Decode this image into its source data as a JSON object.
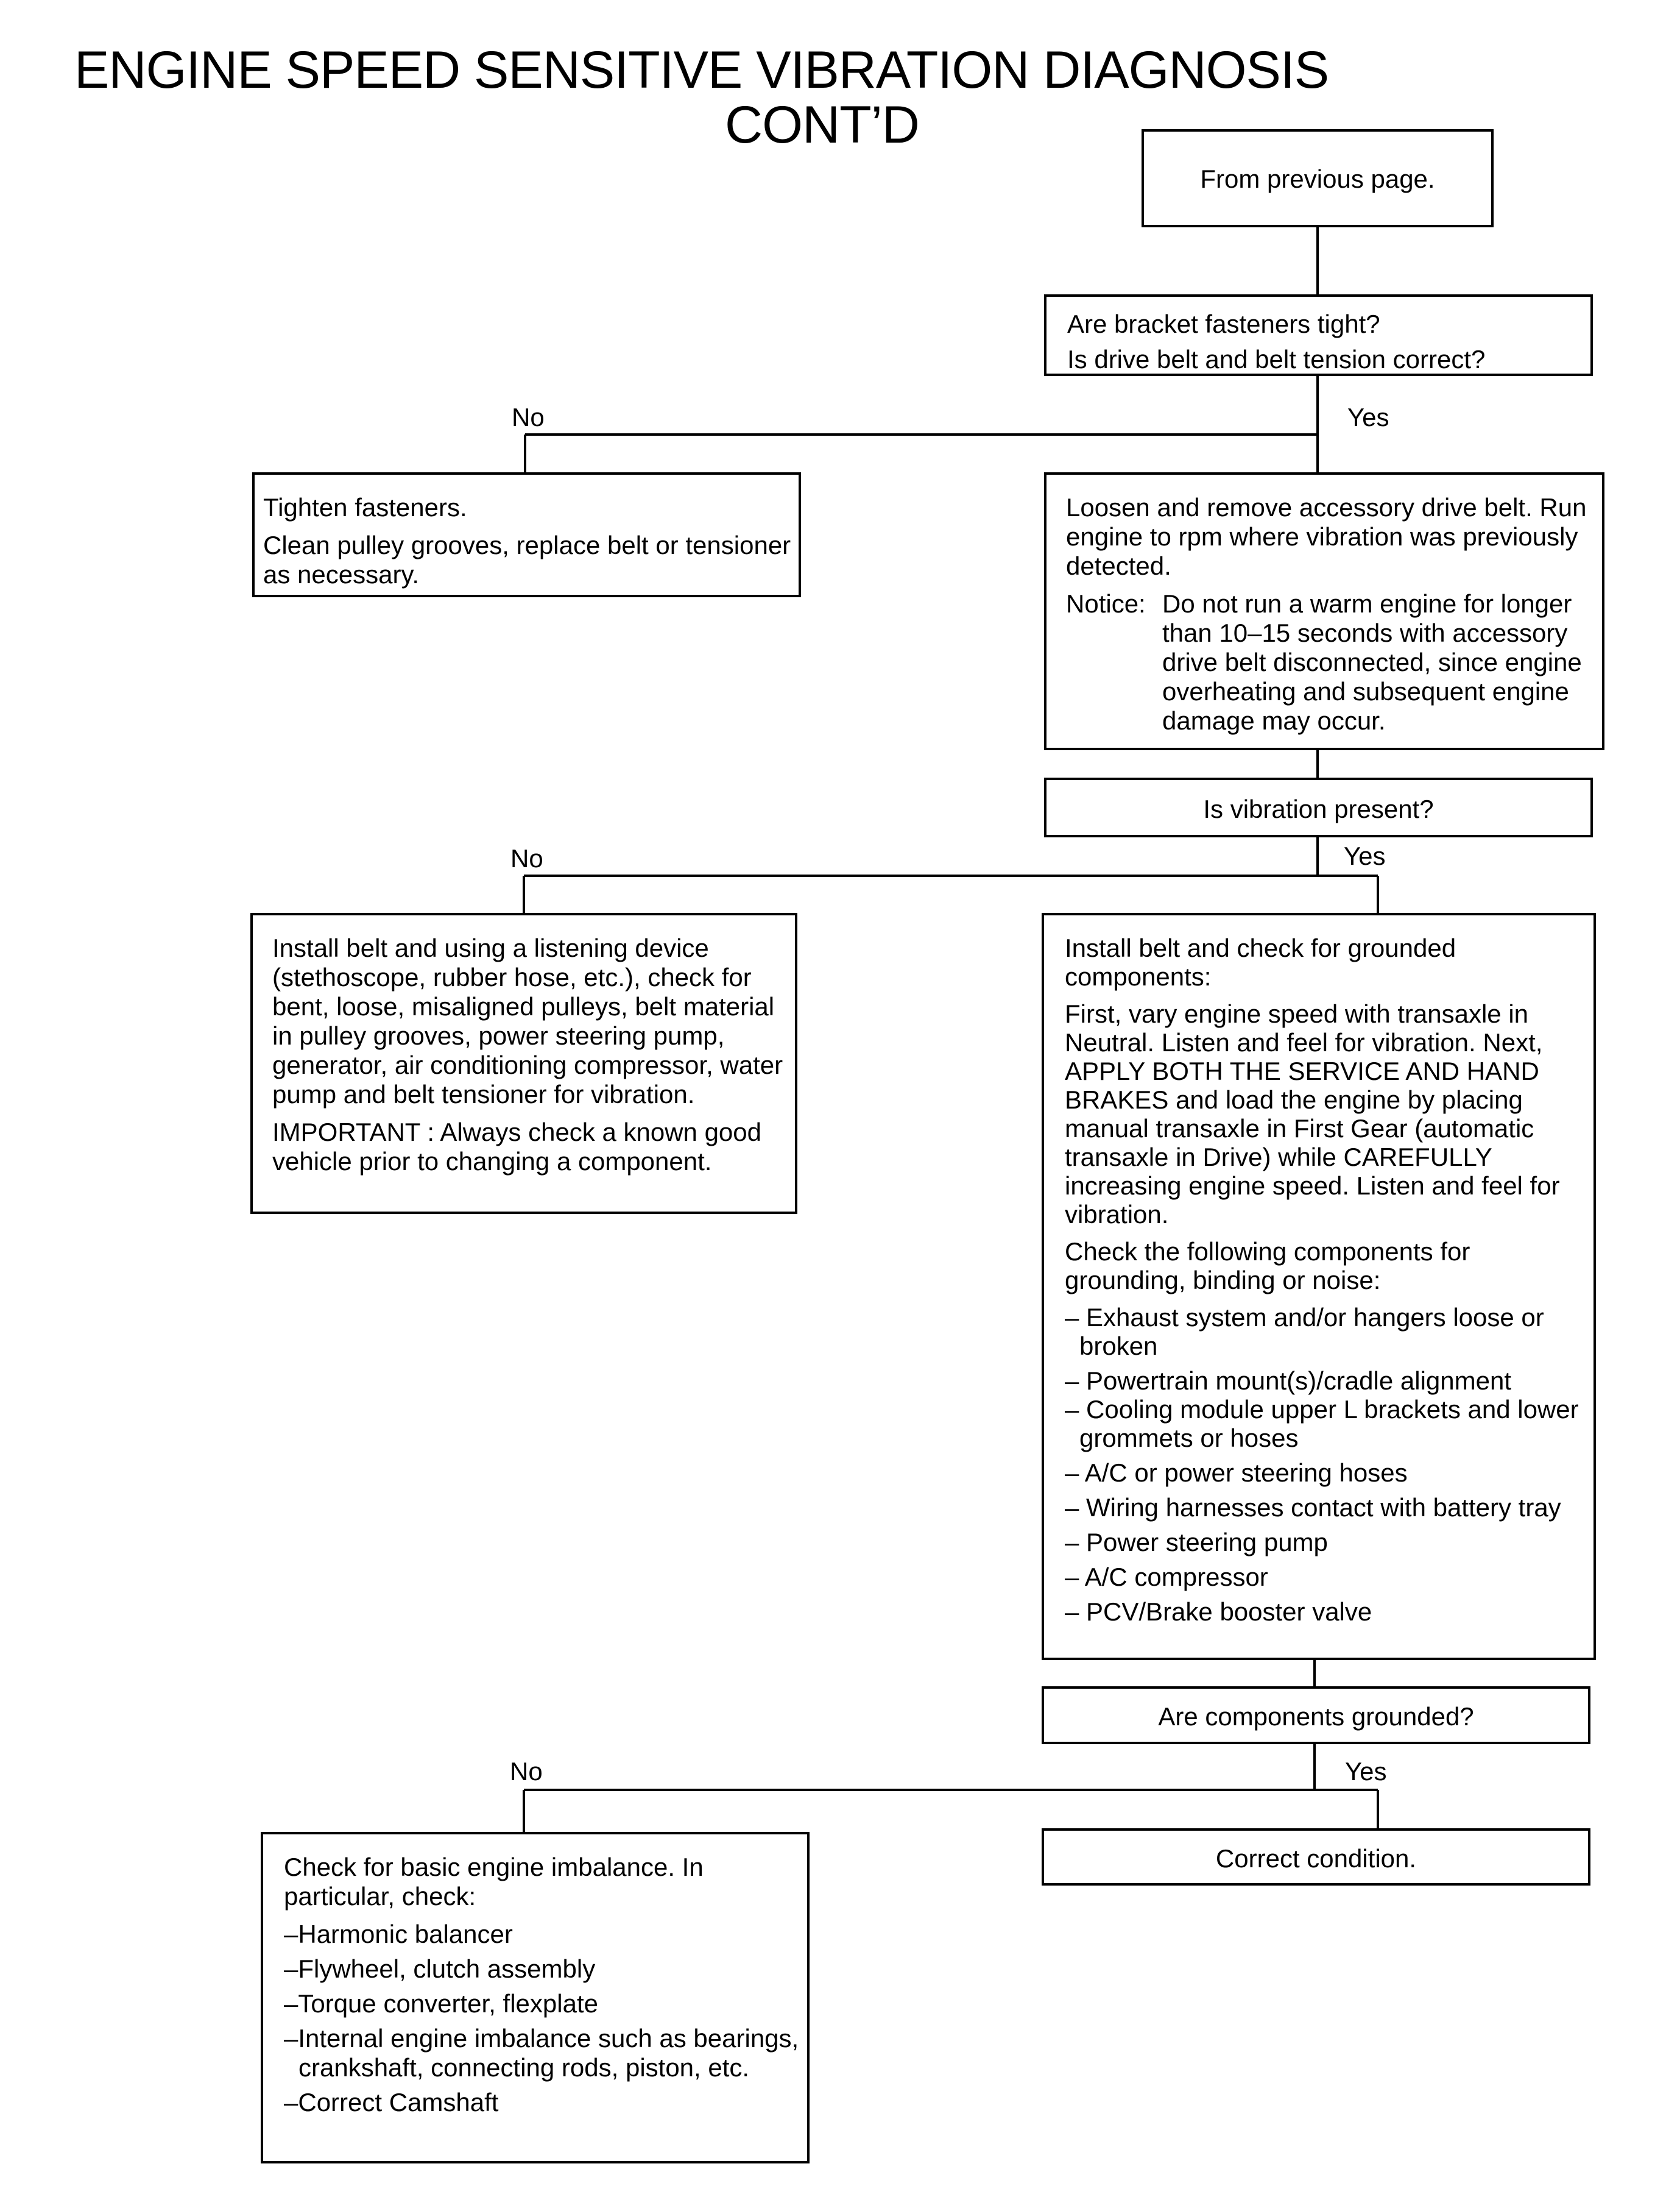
{
  "title": {
    "line1": "ENGINE SPEED SENSITIVE VIBRATION DIAGNOSIS",
    "line2": "CONT’D"
  },
  "nodes": {
    "from_prev": "From previous page.",
    "q_bracket": [
      "Are bracket fasteners tight?",
      "Is drive belt and belt tension correct?"
    ],
    "tighten": [
      "Tighten fasteners.",
      "Clean pulley grooves, replace belt or tensioner as necessary."
    ],
    "loosen": {
      "text": "Loosen and remove accessory drive belt. Run engine to rpm where vibration was previously detected.",
      "notice_label": "Notice:",
      "notice_text": "Do not run a warm engine for longer than 10–15 seconds with accessory drive belt disconnected, since engine overheating and subsequent engine damage may occur."
    },
    "q_vibration": "Is vibration present?",
    "install_listen": {
      "text": "Install belt and using a listening device (stethoscope, rubber hose, etc.), check for bent, loose, misaligned pulleys, belt material in pulley grooves, power steering pump, generator, air conditioning compressor, water pump and belt tensioner for vibration.",
      "important": "IMPORTANT : Always check a known good vehicle prior to changing a component."
    },
    "install_ground": {
      "p1": "Install belt and check for grounded components:",
      "p2": "First, vary engine speed with transaxle in Neutral. Listen and feel for vibration. Next, APPLY BOTH THE SERVICE AND HAND BRAKES and load the engine by placing manual transaxle in First Gear (automatic transaxle in Drive) while CAREFULLY increasing engine speed. Listen and feel for vibration.",
      "p3": "Check the following components for grounding, binding or noise:",
      "items": [
        "– Exhaust system and/or hangers loose or broken",
        "– Powertrain mount(s)/cradle alignment",
        "– Cooling module upper L brackets and lower grommets or hoses",
        "– A/C or power steering hoses",
        "– Wiring  harnesses contact with battery tray",
        "– Power steering pump",
        "– A/C compressor",
        "– PCV/Brake booster valve"
      ]
    },
    "q_grounded": "Are components grounded?",
    "basic_imbalance": {
      "p1": "Check for basic engine imbalance. In particular, check:",
      "items": [
        "–Harmonic balancer",
        "–Flywheel, clutch assembly",
        "–Torque converter, flexplate",
        "–Internal engine imbalance such as bearings, crankshaft, connecting rods, piston, etc.",
        "–Correct Camshaft"
      ]
    },
    "correct": "Correct condition."
  },
  "labels": {
    "no": "No",
    "yes": "Yes"
  }
}
